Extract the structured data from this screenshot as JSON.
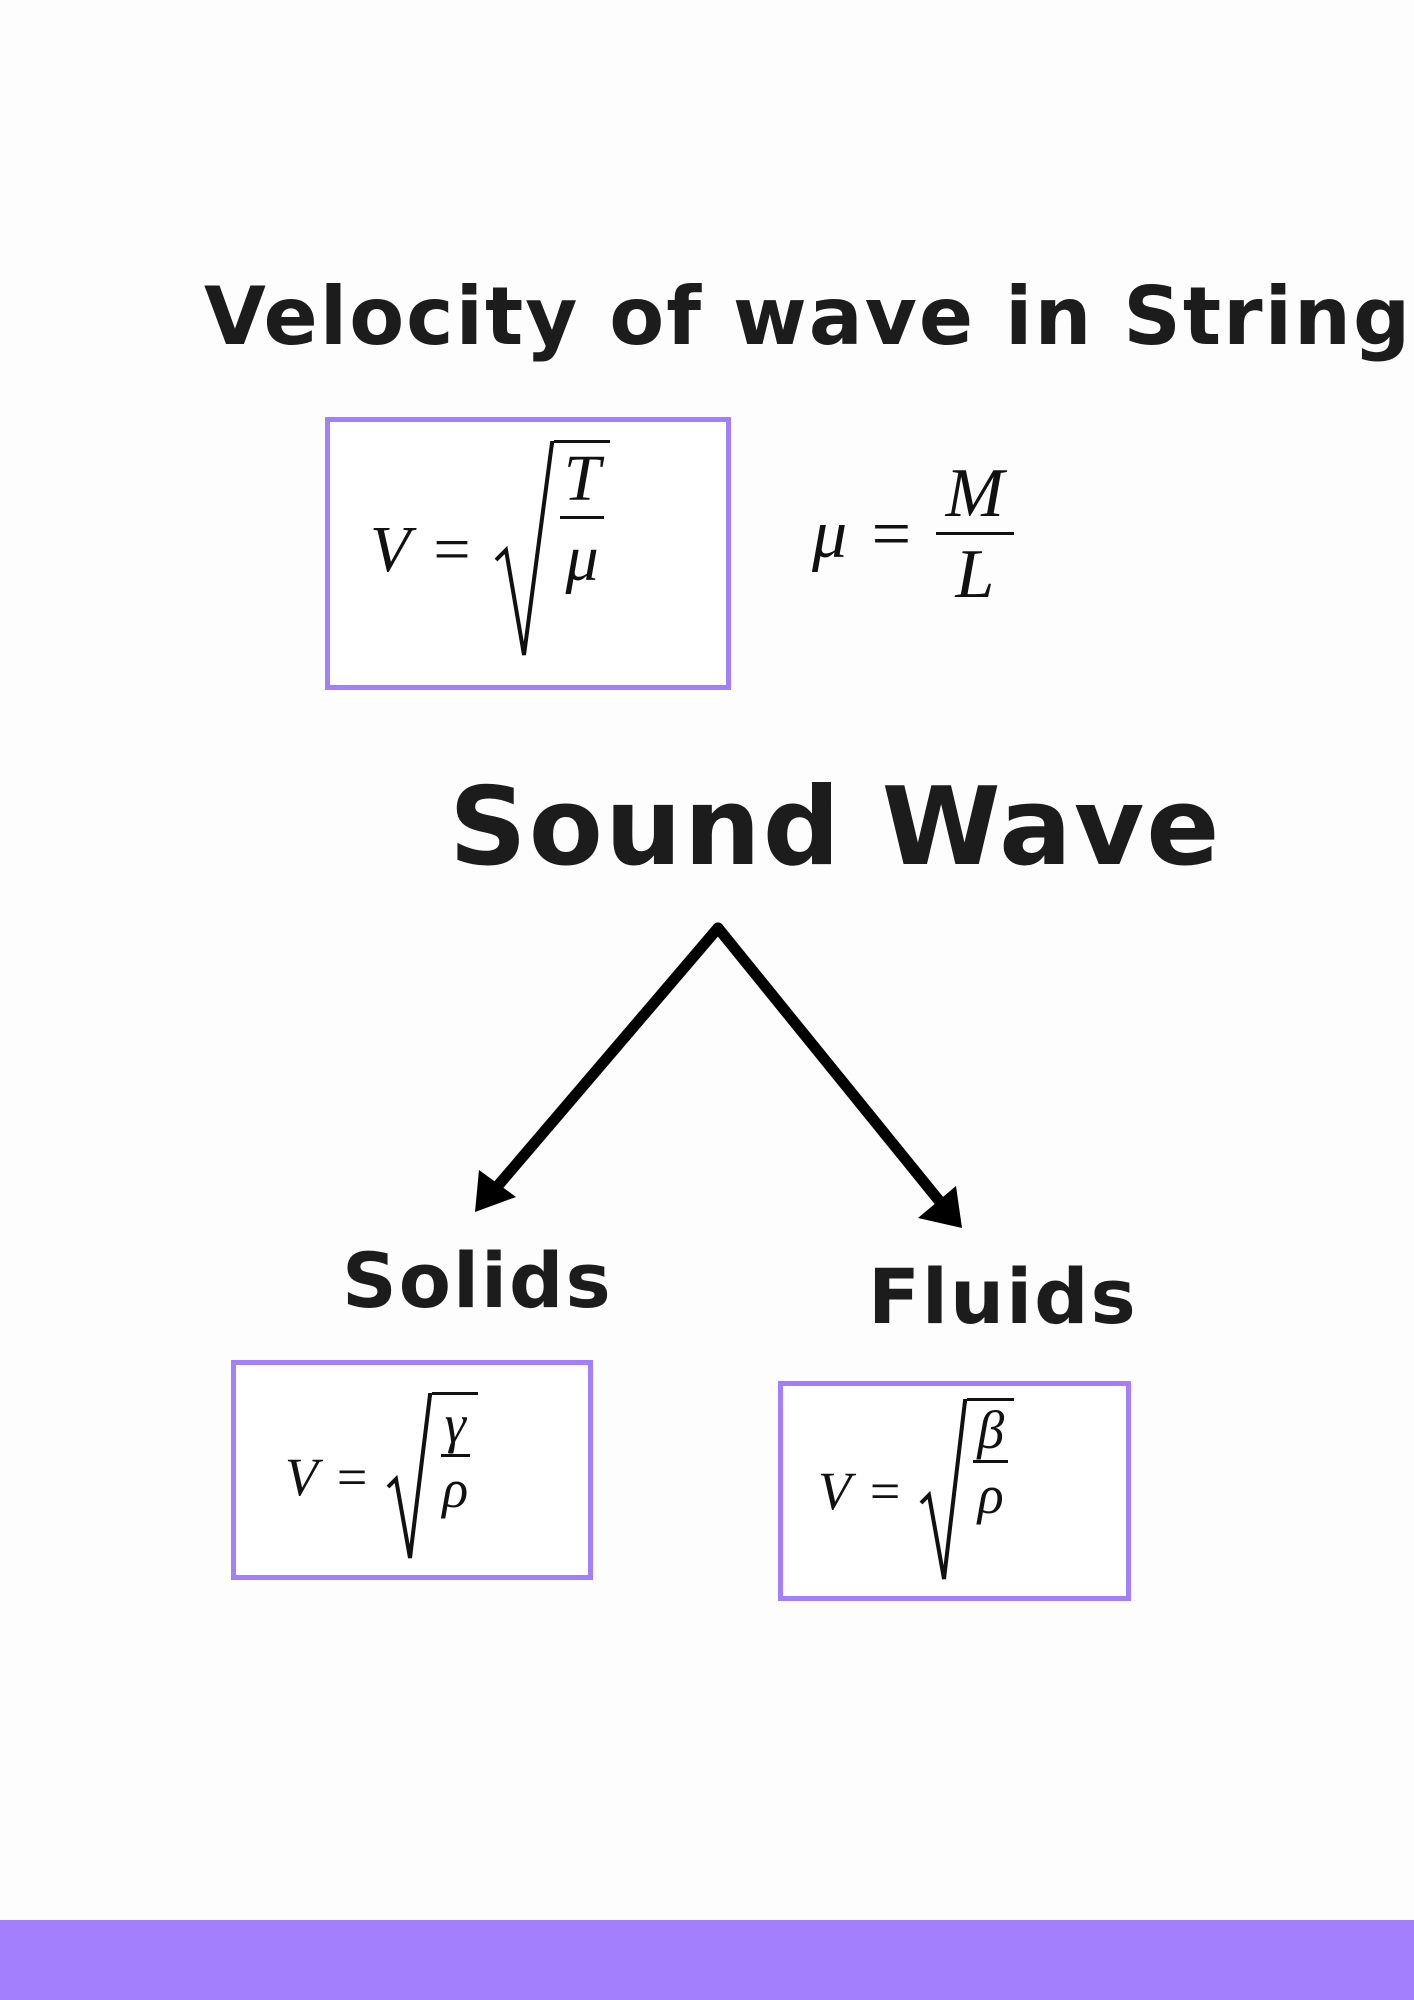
{
  "title": "Velocity of wave in String",
  "string_formula": {
    "lhs": "V",
    "eq": "=",
    "num": "T",
    "den": "μ"
  },
  "mu_formula": {
    "lhs": "μ",
    "eq": "=",
    "num": "M",
    "den": "L"
  },
  "heading": "Sound Wave",
  "branches": {
    "solids": {
      "label": "Solids",
      "lhs": "V",
      "eq": "=",
      "num": "γ",
      "den": "ρ"
    },
    "fluids": {
      "label": "Fluids",
      "lhs": "V",
      "eq": "=",
      "num": "β",
      "den": "ρ"
    }
  },
  "colors": {
    "accent": "#a47ffd",
    "text": "#1c1c1c"
  }
}
